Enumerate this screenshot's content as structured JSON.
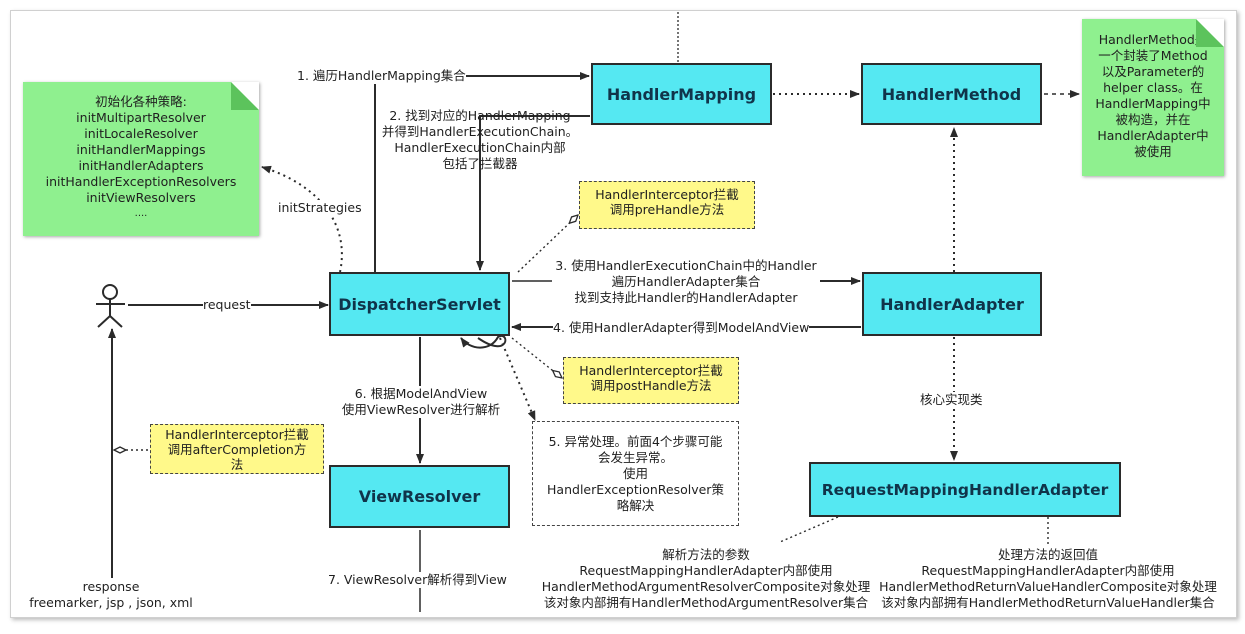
{
  "boxes": {
    "handler_mapping": "HandlerMapping",
    "handler_method": "HandlerMethod",
    "dispatcher_servlet": "DispatcherServlet",
    "handler_adapter": "HandlerAdapter",
    "view_resolver": "ViewResolver",
    "request_mapping_handler_adapter": "RequestMappingHandlerAdapter"
  },
  "notes": {
    "init_strategies": [
      "初始化各种策略:",
      "initMultipartResolver",
      "initLocaleResolver",
      "initHandlerMappings",
      "initHandlerAdapters",
      "initHandlerExceptionResolvers",
      "initViewResolvers",
      "...."
    ],
    "handler_method_desc": [
      "HandlerMethod是",
      "一个封装了Method",
      "以及Parameter的",
      "helper class。在",
      "HandlerMapping中",
      "被构造，并在",
      "HandlerAdapter中",
      "被使用"
    ]
  },
  "interceptors": {
    "pre_handle": [
      "HandlerInterceptor拦截",
      "调用preHandle方法"
    ],
    "post_handle": [
      "HandlerInterceptor拦截",
      "调用postHandle方法"
    ],
    "after_completion": [
      "HandlerInterceptor拦截",
      "调用afterCompletion方",
      "法"
    ]
  },
  "exception_box": [
    "5. 异常处理。前面4个步骤可能",
    "会发生异常。",
    "使用",
    "HandlerExceptionResolver策",
    "略解决"
  ],
  "labels": {
    "step1": "1. 遍历HandlerMapping集合",
    "step2": [
      "2. 找到对应的HandlerMapping",
      "并得到HandlerExecutionChain。",
      "HandlerExecutionChain内部",
      "包括了拦截器"
    ],
    "step3": [
      "3. 使用HandlerExecutionChain中的Handler",
      "遍历HandlerAdapter集合",
      "找到支持此Handler的HandlerAdapter"
    ],
    "step4": "4. 使用HandlerAdapter得到ModelAndView",
    "step6": [
      "6. 根据ModelAndView",
      "使用ViewResolver进行解析"
    ],
    "step7": "7. ViewResolver解析得到View",
    "init_strategies": "initStrategies",
    "request": "request",
    "response": [
      "response",
      "freemarker, jsp , json, xml"
    ],
    "core_impl": "核心实现类",
    "parse_params": [
      "解析方法的参数",
      "RequestMappingHandlerAdapter内部使用",
      "HandlerMethodArgumentResolverComposite对象处理",
      "该对象内部拥有HandlerMethodArgumentResolver集合"
    ],
    "handle_return": [
      "处理方法的返回值",
      "RequestMappingHandlerAdapter内部使用",
      "HandlerMethodReturnValueHandlerComposite对象处理",
      "该对象内部拥有HandlerMethodReturnValueHandler集合"
    ]
  }
}
